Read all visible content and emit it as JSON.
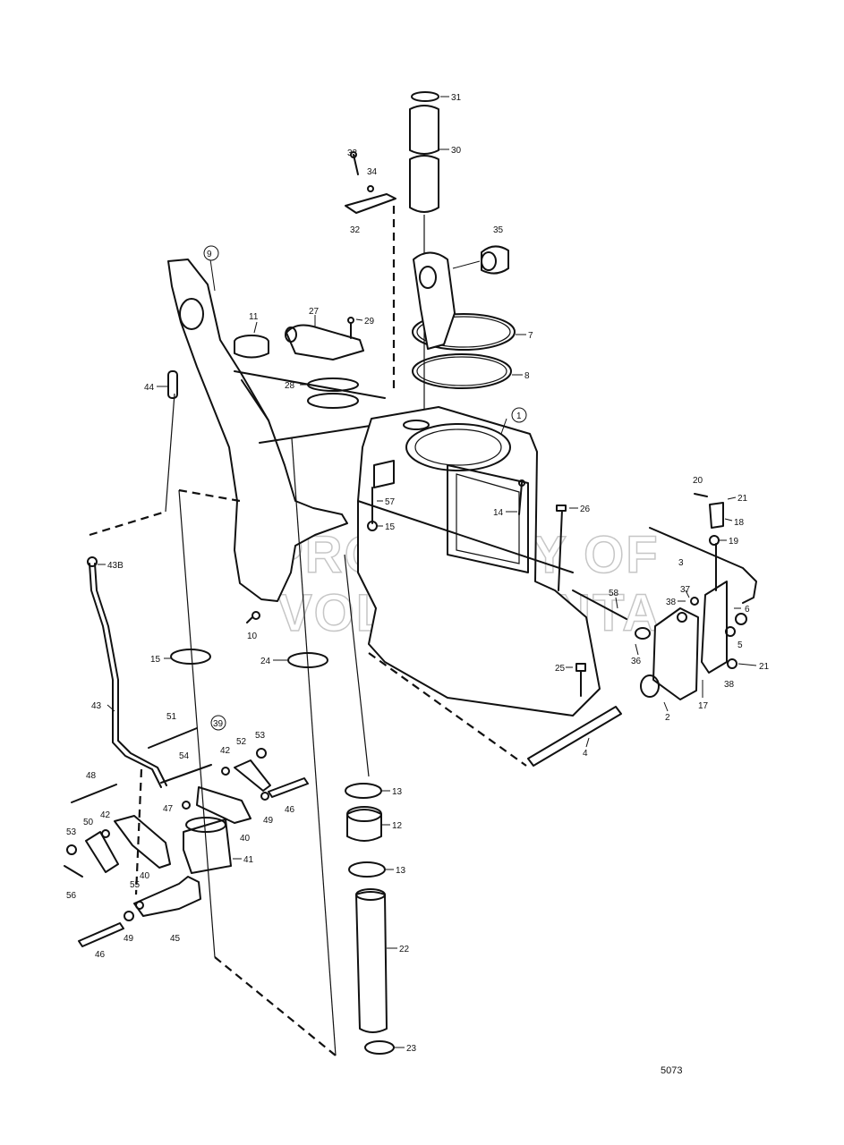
{
  "watermark": {
    "line1": "PROPERTY OF",
    "line2": "VOLVO PENTA"
  },
  "drawing_number": "5073",
  "callouts": {
    "c1": "1",
    "c2": "2",
    "c3": "3",
    "c4": "4",
    "c5": "5",
    "c6": "6",
    "c7": "7",
    "c8": "8",
    "c9": "9",
    "c10": "10",
    "c11": "11",
    "c12": "12",
    "c13a": "13",
    "c13b": "13",
    "c14": "14",
    "c15a": "15",
    "c15b": "15",
    "c17": "17",
    "c18": "18",
    "c19": "19",
    "c20": "20",
    "c21a": "21",
    "c21b": "21",
    "c22": "22",
    "c23": "23",
    "c24": "24",
    "c25": "25",
    "c26": "26",
    "c27": "27",
    "c28": "28",
    "c29": "29",
    "c30": "30",
    "c31": "31",
    "c32": "32",
    "c33": "33",
    "c34": "34",
    "c35": "35",
    "c36": "36",
    "c37": "37",
    "c38a": "38",
    "c38b": "38",
    "c39": "39",
    "c40a": "40",
    "c40b": "40",
    "c41": "41",
    "c42a": "42",
    "c42b": "42",
    "c43": "43",
    "c43b": "43B",
    "c44": "44",
    "c45": "45",
    "c46a": "46",
    "c46b": "46",
    "c47": "47",
    "c48": "48",
    "c49a": "49",
    "c49b": "49",
    "c50": "50",
    "c51": "51",
    "c52": "52",
    "c53a": "53",
    "c53b": "53",
    "c54": "54",
    "c55": "55",
    "c56": "56",
    "c57": "57",
    "c58": "58"
  }
}
